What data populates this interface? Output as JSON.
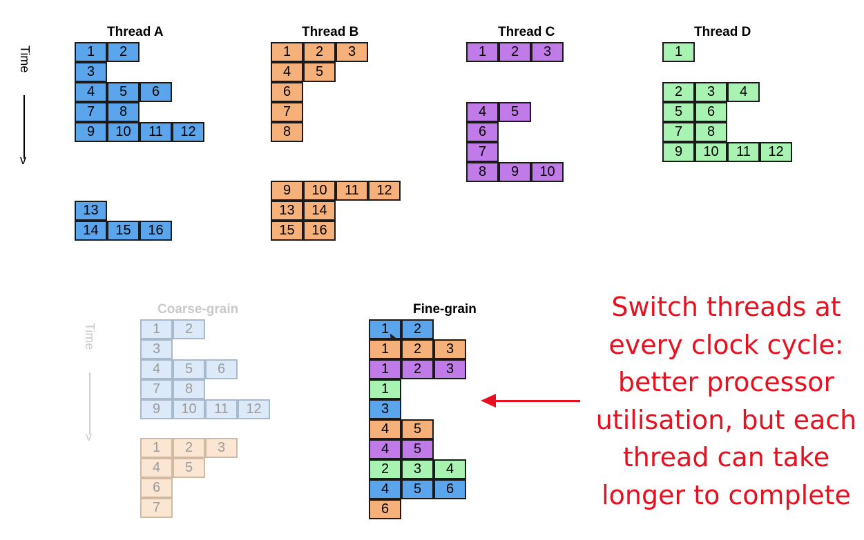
{
  "colors": {
    "A": "#5aa5ec",
    "B": "#f6b07a",
    "C": "#c17be8",
    "D": "#a9f3b2",
    "A_faded": "#dbe9f9",
    "B_faded": "#fbe5d3"
  },
  "titles": {
    "thread_a": "Thread A",
    "thread_b": "Thread B",
    "thread_c": "Thread C",
    "thread_d": "Thread D",
    "coarse": "Coarse-grain",
    "fine": "Fine-grain"
  },
  "time_label": "Time",
  "arrow_glyph": "v",
  "callout": [
    "Switch threads at",
    "every clock cycle:",
    "better processor",
    "utilisation, but each",
    "thread can take",
    "longer to complete"
  ],
  "threads": {
    "A": [
      [
        [
          "1",
          "2"
        ],
        [
          "3"
        ],
        [
          "4",
          "5",
          "6"
        ],
        [
          "7",
          "8"
        ],
        [
          "9",
          "10",
          "11",
          "12"
        ]
      ],
      [
        [
          "13"
        ],
        [
          "14",
          "15",
          "16"
        ]
      ]
    ],
    "B": [
      [
        [
          "1",
          "2",
          "3"
        ],
        [
          "4",
          "5"
        ],
        [
          "6"
        ],
        [
          "7"
        ],
        [
          "8"
        ]
      ],
      [
        [
          "9",
          "10",
          "11",
          "12"
        ],
        [
          "13",
          "14"
        ],
        [
          "15",
          "16"
        ]
      ]
    ],
    "C": [
      [
        [
          "1",
          "2",
          "3"
        ]
      ],
      [
        [
          "4",
          "5"
        ],
        [
          "6"
        ],
        [
          "7"
        ],
        [
          "8",
          "9",
          "10"
        ]
      ]
    ],
    "D": [
      [
        [
          "1"
        ]
      ],
      [
        [
          "2",
          "3",
          "4"
        ],
        [
          "5",
          "6"
        ],
        [
          "7",
          "8"
        ],
        [
          "9",
          "10",
          "11",
          "12"
        ]
      ]
    ]
  },
  "coarse": {
    "A": [
      [
        "1",
        "2"
      ],
      [
        "3"
      ],
      [
        "4",
        "5",
        "6"
      ],
      [
        "7",
        "8"
      ],
      [
        "9",
        "10",
        "11",
        "12"
      ]
    ],
    "B": [
      [
        "1",
        "2",
        "3"
      ],
      [
        "4",
        "5"
      ],
      [
        "6"
      ],
      [
        "7"
      ]
    ]
  },
  "fine": [
    {
      "thread": "A",
      "cells": [
        "1",
        "2"
      ]
    },
    {
      "thread": "B",
      "cells": [
        "1",
        "2",
        "3"
      ]
    },
    {
      "thread": "C",
      "cells": [
        "1",
        "2",
        "3"
      ]
    },
    {
      "thread": "D",
      "cells": [
        "1"
      ]
    },
    {
      "thread": "A",
      "cells": [
        "3"
      ]
    },
    {
      "thread": "B",
      "cells": [
        "4",
        "5"
      ]
    },
    {
      "thread": "C",
      "cells": [
        "4",
        "5"
      ]
    },
    {
      "thread": "D",
      "cells": [
        "2",
        "3",
        "4"
      ]
    },
    {
      "thread": "A",
      "cells": [
        "4",
        "5",
        "6"
      ]
    },
    {
      "thread": "B",
      "cells": [
        "6"
      ]
    }
  ]
}
